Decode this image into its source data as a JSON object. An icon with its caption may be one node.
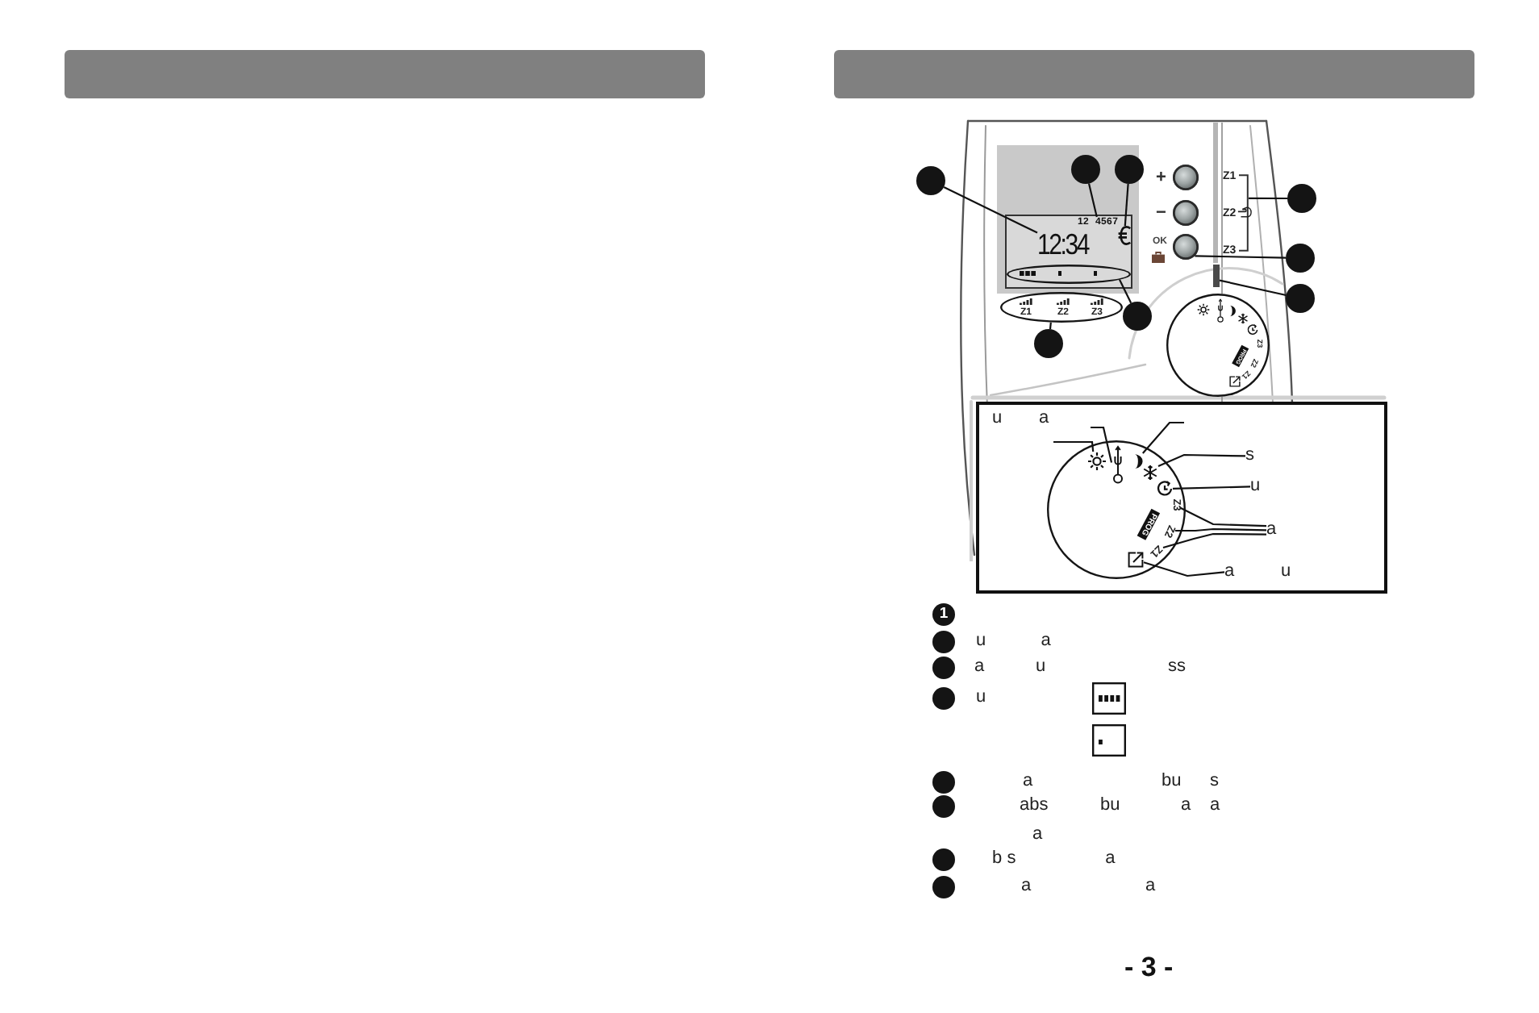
{
  "diagram": {
    "nodes": [
      {
        "text": [],
        "shape": "box"
      },
      {
        "text": [
          "12 4567"
        ],
        "in": 0
      },
      {
        "text": [
          "12:34"
        ],
        "in": 0
      },
      {
        "text": [],
        "shape": "picture",
        "in": 0
      },
      {
        "text": [],
        "shape": "ellipse",
        "in": 0
      },
      {
        "text": [
          "Z1",
          "Z2",
          "Z3"
        ]
      },
      {
        "text": [],
        "shape": "circle",
        "beside": [
          "+"
        ]
      },
      {
        "text": [],
        "shape": "circle",
        "beside": [
          "−"
        ]
      },
      {
        "text": [],
        "shape": "circle",
        "beside": [
          "OK"
        ]
      },
      {
        "text": [],
        "shape": "bracket",
        "beside": [
          "Z1",
          "Z2",
          "Z3"
        ]
      },
      {
        "text": [],
        "shape": "bar"
      },
      {
        "text": [
          "Z3",
          "PROG",
          "Z2",
          "Z1"
        ]
      },
      {
        "text": [],
        "shape": "circle"
      },
      {
        "text": [],
        "shape": "circle"
      },
      {
        "text": [],
        "shape": "circle"
      },
      {
        "text": [],
        "shape": "circle"
      },
      {
        "text": [],
        "shape": "circle"
      },
      {
        "text": [],
        "shape": "circle"
      },
      {
        "text": [],
        "shape": "circle"
      },
      {
        "text": [],
        "shape": "circle"
      },
      {
        "text": [
          "u a"
        ]
      },
      {
        "text": [],
        "shape": "circle",
        "in": 20
      },
      {
        "text": [],
        "shape": "sun",
        "in": 21
      },
      {
        "text": [],
        "shape": "thermometer",
        "in": 21
      },
      {
        "text": [],
        "shape": "moon",
        "in": 21
      },
      {
        "text": [],
        "shape": "snowflake",
        "in": 21
      },
      {
        "text": [],
        "shape": "clock",
        "in": 21
      },
      {
        "text": [
          "Z3"
        ],
        "in": 21
      },
      {
        "text": [
          "PROG"
        ],
        "in": 21
      },
      {
        "text": [
          "Z2"
        ],
        "in": 21
      },
      {
        "text": [
          "Z1"
        ],
        "in": 21
      },
      {
        "text": [],
        "shape": "picture",
        "in": 21
      },
      {
        "text": [
          "s"
        ],
        "in": 20
      },
      {
        "text": [
          "u"
        ],
        "in": 20
      },
      {
        "text": [
          "a"
        ],
        "in": 20
      },
      {
        "text": [
          "a u"
        ],
        "in": 20
      },
      {
        "text": [
          "1"
        ]
      },
      {
        "text": [],
        "shape": "circle",
        "beside": [
          "u a"
        ]
      },
      {
        "text": [],
        "shape": "circle",
        "beside": [
          "a u ss"
        ]
      },
      {
        "text": [],
        "shape": "circle",
        "beside": [
          "u"
        ]
      },
      {
        "text": [],
        "shape": "circle",
        "beside": [
          "a bu s"
        ]
      },
      {
        "text": [],
        "shape": "circle",
        "beside": [
          "abs bu a a a"
        ]
      },
      {
        "text": [],
        "shape": "circle",
        "beside": [
          "b s a"
        ]
      },
      {
        "text": [],
        "shape": "circle",
        "beside": [
          "a a"
        ]
      }
    ],
    "edges": [
      {
        "from": 12,
        "to": 2,
        "arrow": "none"
      },
      {
        "from": 13,
        "to": 1,
        "arrow": "none"
      },
      {
        "from": 14,
        "to": 3,
        "arrow": "none"
      },
      {
        "from": 15,
        "to": 9,
        "arrow": "none"
      },
      {
        "from": 16,
        "to": 8,
        "arrow": "none"
      },
      {
        "from": 17,
        "to": 10,
        "arrow": "none"
      },
      {
        "from": 18,
        "to": 4,
        "arrow": "none"
      },
      {
        "from": 19,
        "to": 5,
        "arrow": "none"
      },
      {
        "from": null,
        "to": 22,
        "arrow": "none"
      },
      {
        "from": null,
        "to": 23,
        "arrow": "none"
      },
      {
        "from": null,
        "to": 24,
        "arrow": "none"
      },
      {
        "from": 32,
        "to": 25,
        "arrow": "none"
      },
      {
        "from": 33,
        "to": 26,
        "arrow": "none"
      },
      {
        "from": 34,
        "to": 27,
        "arrow": "none"
      },
      {
        "from": 34,
        "to": 29,
        "arrow": "none"
      },
      {
        "from": 34,
        "to": 30,
        "arrow": "none"
      },
      {
        "from": 35,
        "to": 31,
        "arrow": "none"
      }
    ],
    "labels": [
      "- 3 -"
    ]
  }
}
